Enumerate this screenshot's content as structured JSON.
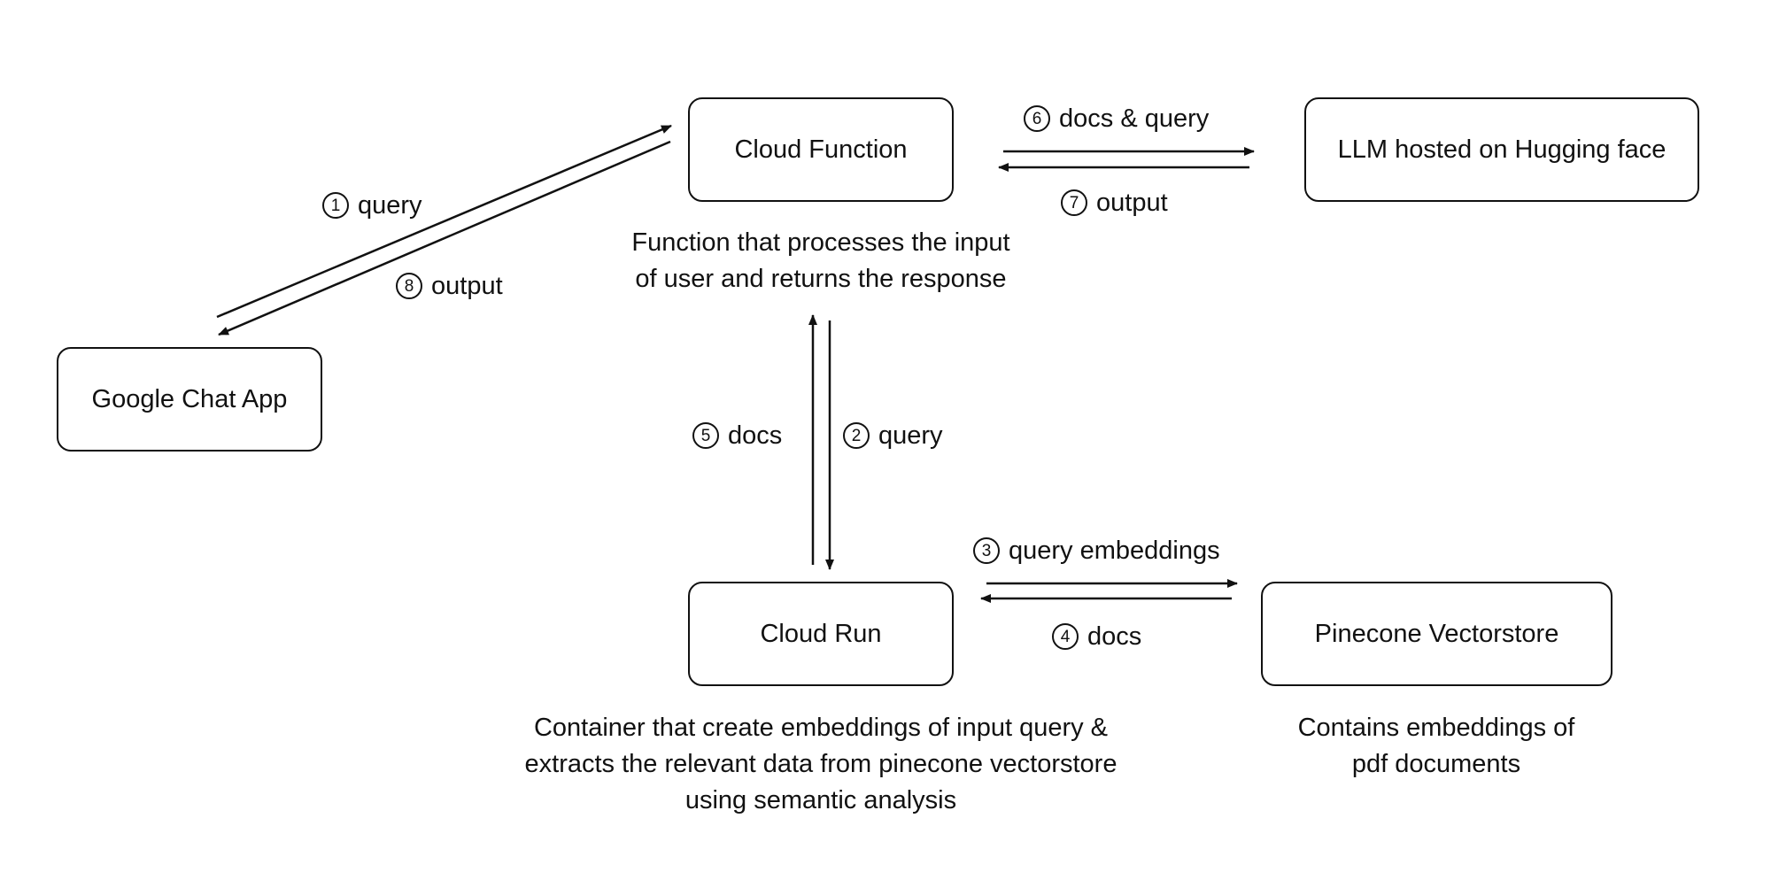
{
  "nodes": {
    "google_chat_app": "Google Chat App",
    "cloud_function": "Cloud Function",
    "llm": "LLM hosted on Hugging face",
    "cloud_run": "Cloud Run",
    "pinecone": "Pinecone Vectorstore"
  },
  "captions": {
    "cloud_function": [
      "Function that processes the input",
      "of user and returns the response"
    ],
    "cloud_run": [
      "Container that create embeddings of input query &",
      "extracts the relevant data from pinecone vectorstore",
      "using semantic analysis"
    ],
    "pinecone": [
      "Contains embeddings of",
      "pdf documents"
    ]
  },
  "edges": [
    {
      "step": "1",
      "label": "query"
    },
    {
      "step": "2",
      "label": "query"
    },
    {
      "step": "3",
      "label": "query embeddings"
    },
    {
      "step": "4",
      "label": "docs"
    },
    {
      "step": "5",
      "label": "docs"
    },
    {
      "step": "6",
      "label": "docs & query"
    },
    {
      "step": "7",
      "label": "output"
    },
    {
      "step": "8",
      "label": "output"
    }
  ],
  "colors": {
    "stroke": "#111111",
    "background": "#ffffff"
  }
}
